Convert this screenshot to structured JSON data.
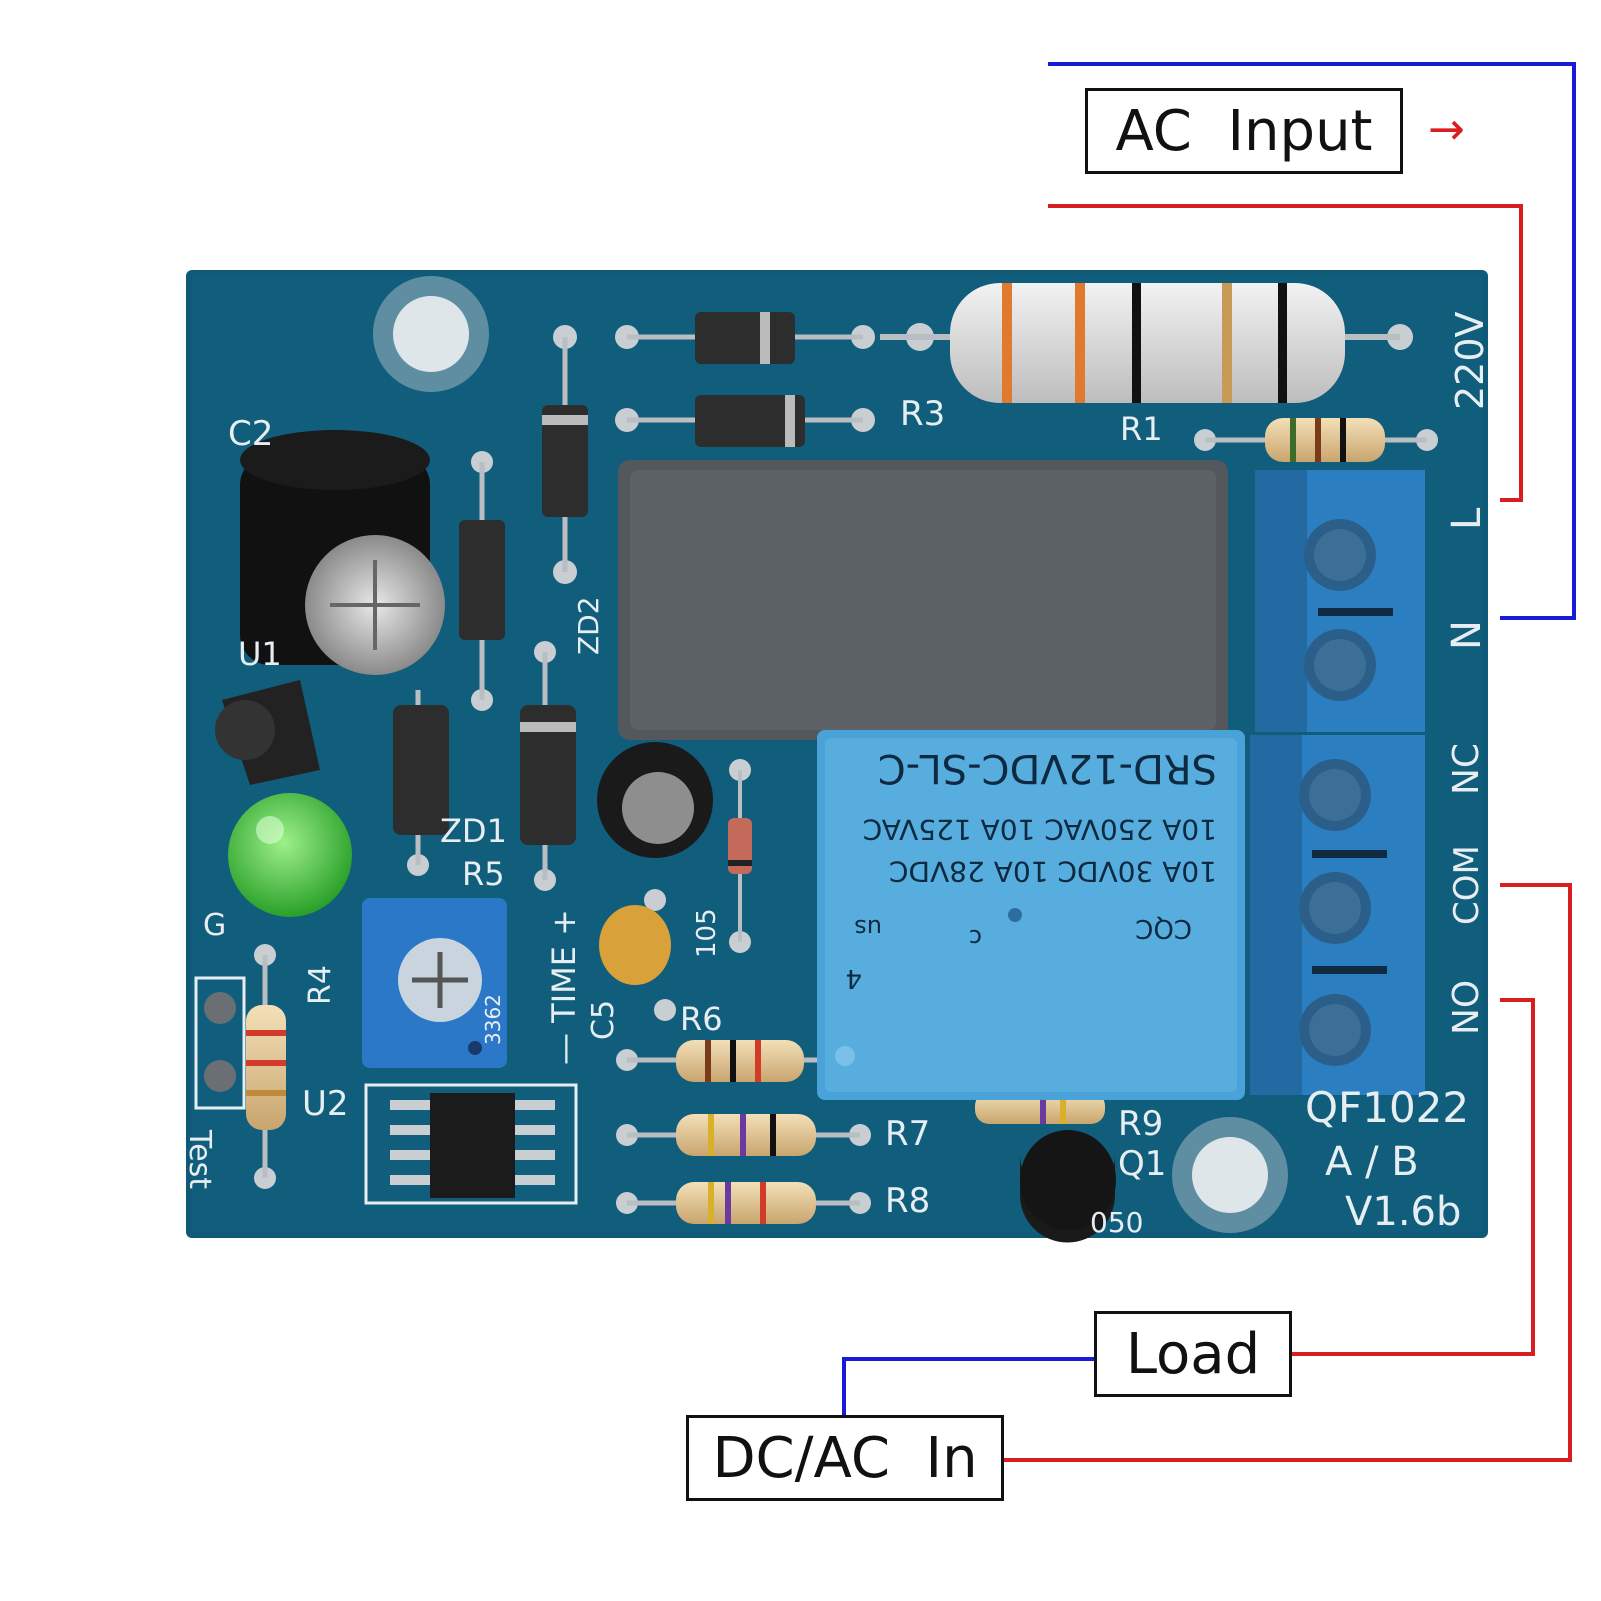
{
  "callouts": {
    "ac_input": "AC  Input",
    "arrow": "→",
    "load": "Load",
    "dc_ac_in": "DC/AC  In"
  },
  "board": {
    "model": "QF1022",
    "variant": "A / B",
    "version": "V1.6b",
    "voltage": "220V",
    "terminal_L": "L",
    "terminal_N": "N",
    "terminal_NC": "NC",
    "terminal_COM": "COM",
    "terminal_NO": "NO",
    "label_C2": "C2",
    "label_U1": "U1",
    "label_U2": "U2",
    "label_R1": "R1",
    "label_R3": "R3",
    "label_R4": "R4",
    "label_R5": "R5",
    "label_R6": "R6",
    "label_R7": "R7",
    "label_R8": "R8",
    "label_R9": "R9",
    "label_Q1": "Q1",
    "label_C5": "C5",
    "label_ZD1": "ZD1",
    "label_ZD2": "ZD2",
    "label_G": "G",
    "label_test": "Test",
    "label_time": "— TIME +",
    "label_105": "105",
    "label_3362": "3362",
    "label_050": "050"
  },
  "relay": {
    "model": "SRD-12VDC-SL-C",
    "line1": "10A  250VAC   10A  125VAC",
    "line2": "10A   30VDC    10A  28VDC",
    "cert": "CQC",
    "mark_c": "c",
    "mark_us": "us",
    "mark_4": "4"
  },
  "colors": {
    "pcb": "#0f5a78",
    "wire_blue": "#1a1ad6",
    "wire_red": "#d81e1e",
    "terminal": "#2b7fc0",
    "relay": "#4aa3d8"
  }
}
